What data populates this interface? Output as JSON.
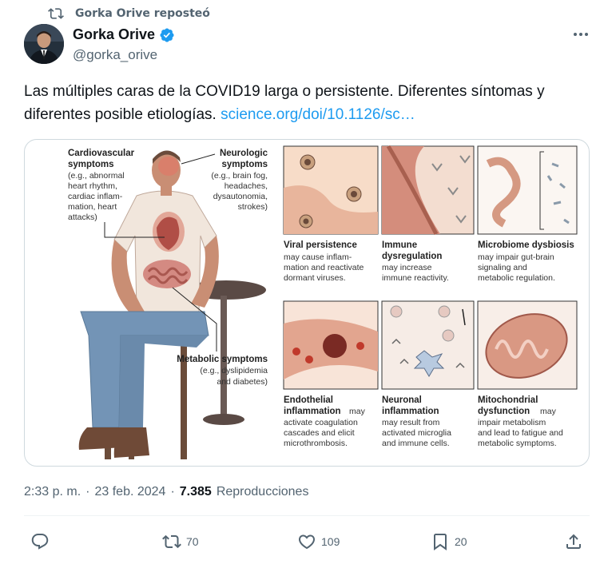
{
  "repost": {
    "label": "Gorka Orive reposteó"
  },
  "author": {
    "name": "Gorka Orive",
    "handle": "@gorka_orive",
    "verified": true
  },
  "tweet": {
    "text": "Las múltiples caras de la COVID19 larga o persistente. Diferentes síntomas y diferentes posible etiologías.",
    "link": "science.org/doi/10.1126/sc…"
  },
  "figure": {
    "cardio": {
      "title1": "Cardiovascular",
      "title2": "symptoms",
      "l1": "(e.g., abnormal",
      "l2": "heart rhythm,",
      "l3": "cardiac inflam-",
      "l4": "mation, heart",
      "l5": "attacks)"
    },
    "neuro": {
      "title1": "Neurologic",
      "title2": "symptoms",
      "l1": "(e.g., brain fog,",
      "l2": "headaches,",
      "l3": "dysautonomia,",
      "l4": "strokes)"
    },
    "metab": {
      "title": "Metabolic symptoms",
      "l1": "(e.g., dyslipidemia",
      "l2": "and diabetes)"
    },
    "panels": [
      {
        "title1": "Viral persistence",
        "title2": "",
        "l1": "may cause inflam-",
        "l2": "mation and reactivate",
        "l3": "dormant viruses.",
        "l4": ""
      },
      {
        "title1": "Immune",
        "title2": "dysregulation",
        "l1": "may increase",
        "l2": "immune reactivity.",
        "l3": "",
        "l4": ""
      },
      {
        "title1": "Microbiome dysbiosis",
        "title2": "",
        "l1": "may impair gut-brain",
        "l2": "signaling and",
        "l3": "metabolic regulation.",
        "l4": ""
      },
      {
        "title1": "Endothelial",
        "title2": "inflammation",
        "inline": "may",
        "l1": "activate coagulation",
        "l2": "cascades and elicit",
        "l3": "microthrombosis.",
        "l4": ""
      },
      {
        "title1": "Neuronal",
        "title2": "inflammation",
        "inline": "",
        "l1": "may result from",
        "l2": "activated microglia",
        "l3": "and immune cells.",
        "l4": ""
      },
      {
        "title1": "Mitochondrial",
        "title2": "dysfunction",
        "inline": "may",
        "l1": "impair metabolism",
        "l2": "and lead to fatigue and",
        "l3": "metabolic symptoms.",
        "l4": ""
      }
    ]
  },
  "meta": {
    "time": "2:33 p. m.",
    "sep1": "·",
    "date": "23 feb. 2024",
    "sep2": "·",
    "views": "7.385",
    "views_label": "Reproducciones"
  },
  "actions": {
    "reply_count": "",
    "repost_count": "70",
    "like_count": "109",
    "bookmark_count": "20"
  },
  "colors": {
    "link": "#1d9bf0",
    "verified": "#1d9bf0",
    "secondary": "#536471"
  }
}
